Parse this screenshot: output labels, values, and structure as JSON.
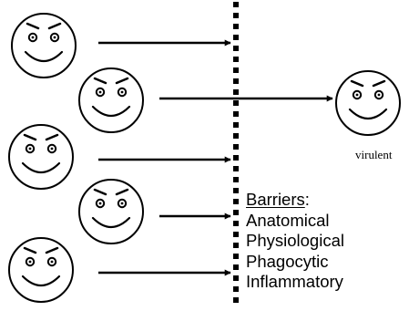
{
  "diagram": {
    "virulent_label": "virulent",
    "barriers": {
      "title": "Barriers",
      "title_suffix": ":",
      "items": [
        "Anatomical",
        "Physiological",
        "Phagocytic",
        "Inflammatory"
      ]
    },
    "faces": [
      {
        "id": "microbe-1",
        "crosses_barrier": false
      },
      {
        "id": "microbe-2",
        "crosses_barrier": true
      },
      {
        "id": "microbe-3",
        "crosses_barrier": false
      },
      {
        "id": "microbe-4",
        "crosses_barrier": false
      },
      {
        "id": "microbe-5",
        "crosses_barrier": false
      },
      {
        "id": "microbe-virulent",
        "crosses_barrier": null
      }
    ],
    "colors": {
      "ink": "#000000",
      "background": "#ffffff"
    }
  }
}
